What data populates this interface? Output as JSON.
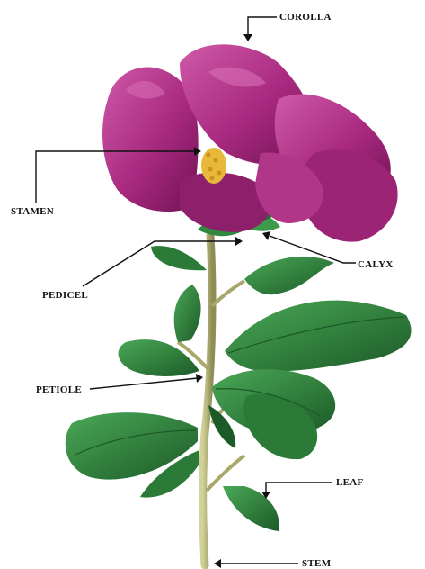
{
  "labels": {
    "corolla": "COROLLA",
    "stamen": "STAMEN",
    "calyx": "CALYX",
    "pedicel": "PEDICEL",
    "petiole": "PETIOLE",
    "leaf": "LEAF",
    "stem": "STEM"
  },
  "colors": {
    "petal": "#a8297f",
    "petal_light": "#cf5aa8",
    "petal_dark": "#6e1352",
    "stamen": "#e8b83a",
    "leaf": "#2f8a3e",
    "leaf_dark": "#1c5a28",
    "stem": "#b9b879",
    "pointer": "#111111"
  }
}
